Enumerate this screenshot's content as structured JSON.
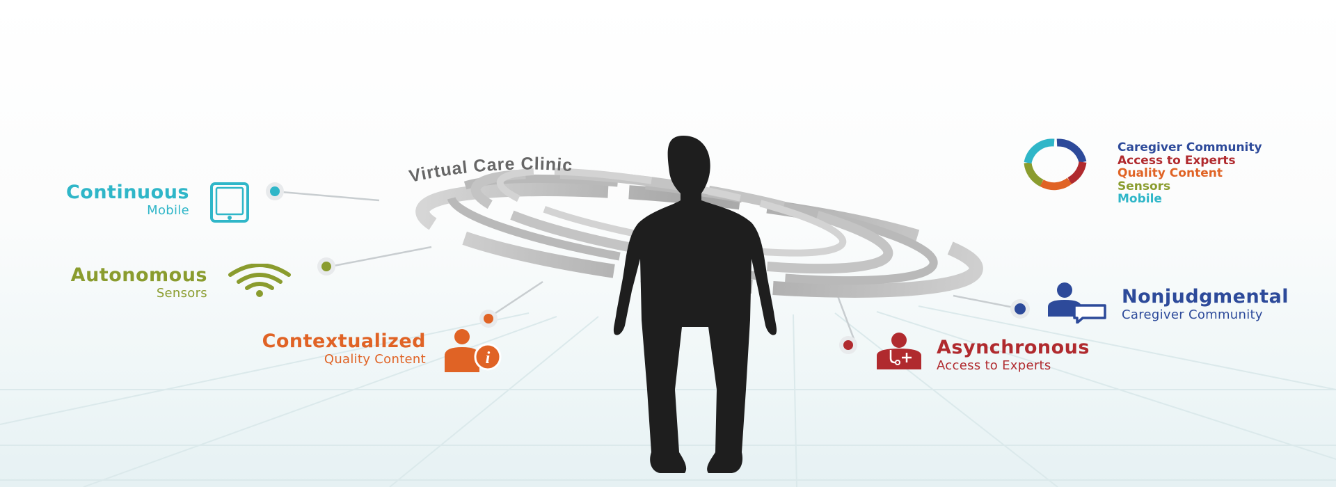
{
  "center": {
    "title": "Virtual Care Clinic"
  },
  "colors": {
    "mobile": "#2fb6c8",
    "sensors": "#8a9c2e",
    "content": "#e06325",
    "experts": "#b02a2e",
    "community": "#2d4a9a"
  },
  "nodes": [
    {
      "title": "Continuous",
      "subtitle": "Mobile",
      "icon": "smartphone-icon"
    },
    {
      "title": "Autonomous",
      "subtitle": "Sensors",
      "icon": "wifi-icon"
    },
    {
      "title": "Contextualized",
      "subtitle": "Quality Content",
      "icon": "person-info-icon"
    },
    {
      "title": "Asynchronous",
      "subtitle": "Access to Experts",
      "icon": "doctor-icon"
    },
    {
      "title": "Nonjudgmental",
      "subtitle": "Caregiver Community",
      "icon": "person-chat-icon"
    }
  ],
  "legend": {
    "items": [
      "Caregiver Community",
      "Access to Experts",
      "Quality Content",
      "Sensors",
      "Mobile"
    ]
  }
}
